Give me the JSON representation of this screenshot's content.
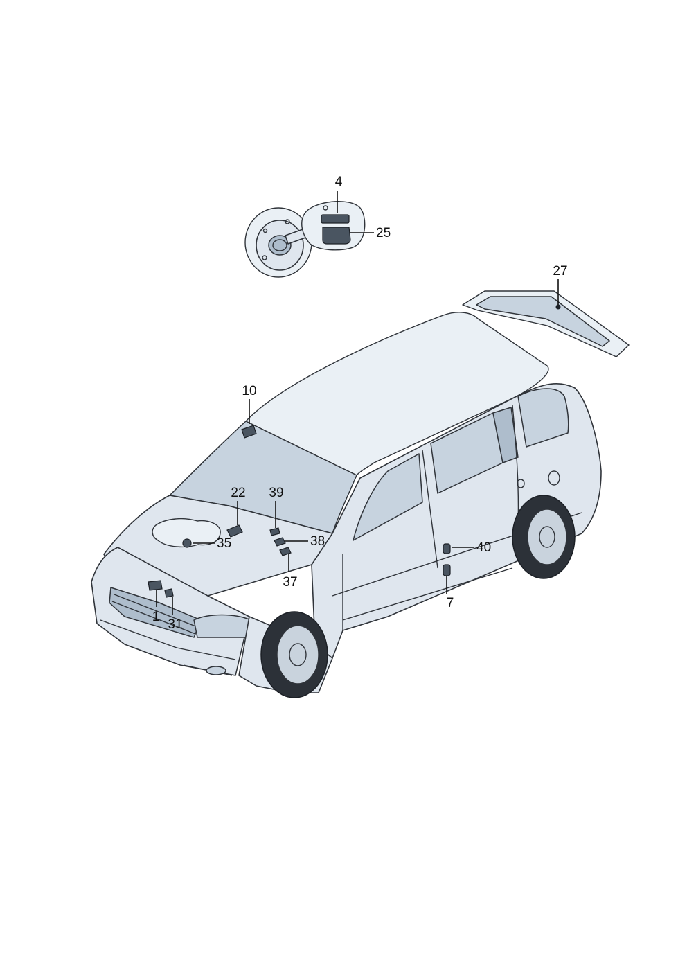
{
  "diagram": {
    "callouts": [
      "4",
      "25",
      "27",
      "10",
      "22",
      "39",
      "38",
      "35",
      "37",
      "40",
      "1",
      "31",
      "7"
    ]
  }
}
